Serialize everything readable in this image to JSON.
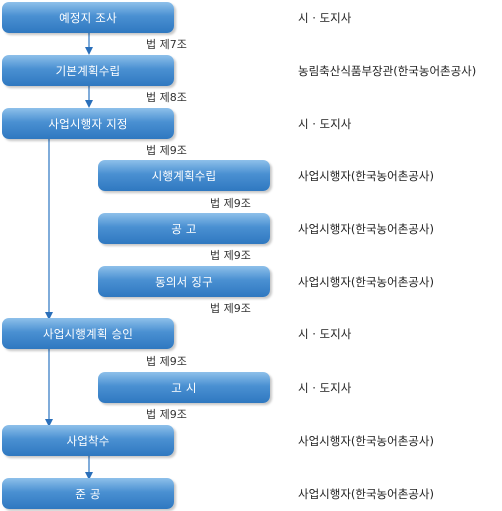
{
  "steps": [
    {
      "label": "예정지 조사",
      "law": "법 제7조",
      "owner": "시 · 도지사"
    },
    {
      "label": "기본계획수립",
      "law": "법 제8조",
      "owner": "농림축산식품부장관(한국농어촌공사)"
    },
    {
      "label": "사업시행자 지정",
      "law": "법 제9조",
      "owner": "시 · 도지사"
    },
    {
      "label": "시행계획수립",
      "law": "법 제9조",
      "owner": "사업시행자(한국농어촌공사)"
    },
    {
      "label": "공 고",
      "law": "법 제9조",
      "owner": "사업시행자(한국농어촌공사)"
    },
    {
      "label": "동의서 징구",
      "law": "법 제9조",
      "owner": "사업시행자(한국농어촌공사)"
    },
    {
      "label": "사업시행계획 승인",
      "law": "법 제9조",
      "owner": "시 · 도지사"
    },
    {
      "label": "고 시",
      "law": "법 제9조",
      "owner": "시 · 도지사"
    },
    {
      "label": "사업착수",
      "owner": "사업시행자(한국농어촌공사)"
    },
    {
      "label": "준 공",
      "owner": "사업시행자(한국농어촌공사)"
    }
  ]
}
